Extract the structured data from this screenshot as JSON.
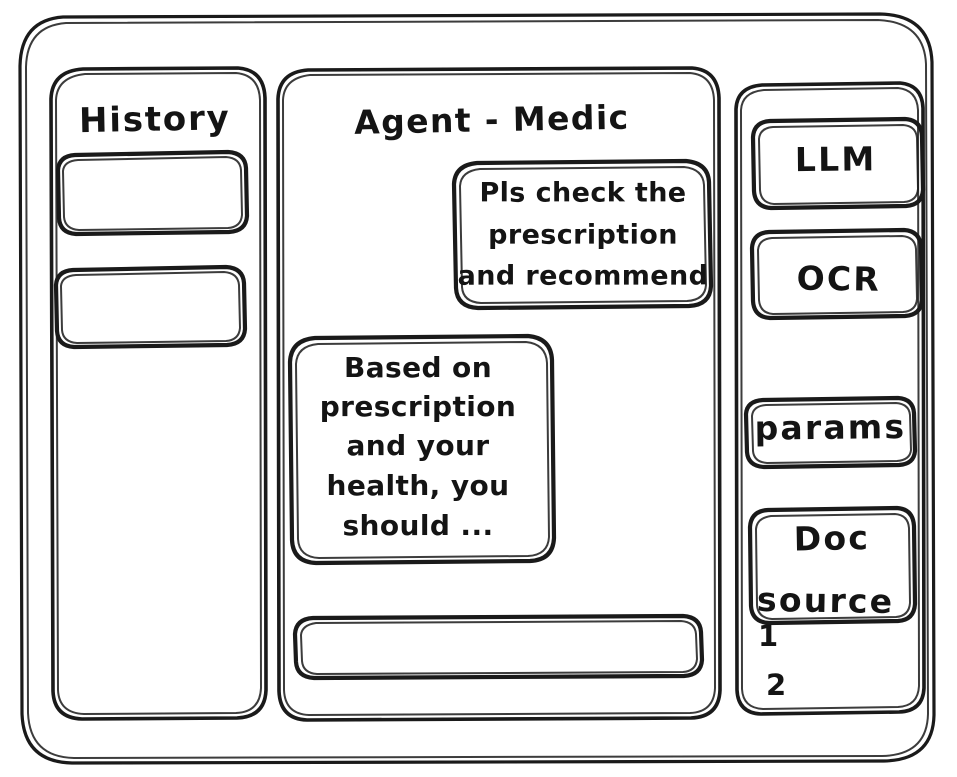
{
  "window": {
    "name": "agent-medic-wireframe"
  },
  "sidebar_left": {
    "heading": "History",
    "items": [
      {
        "label": ""
      },
      {
        "label": ""
      }
    ]
  },
  "main": {
    "title": "Agent - Medic",
    "messages": [
      {
        "role": "user",
        "lines": [
          "Pls check the",
          "prescription",
          "and recommend"
        ]
      },
      {
        "role": "assistant",
        "lines": [
          "Based on",
          "prescription",
          "and your",
          "health, you",
          "should ..."
        ]
      }
    ],
    "composer": {
      "value": "",
      "placeholder": ""
    }
  },
  "sidebar_right": {
    "tools": [
      {
        "label": "LLM"
      },
      {
        "label": "OCR"
      }
    ],
    "params": {
      "label": "params"
    },
    "doc_source": {
      "lines": [
        "Doc",
        "source"
      ],
      "references": [
        "1",
        "2"
      ]
    }
  },
  "colors": {
    "ink": "#1a1a1a",
    "paper": "#ffffff"
  }
}
